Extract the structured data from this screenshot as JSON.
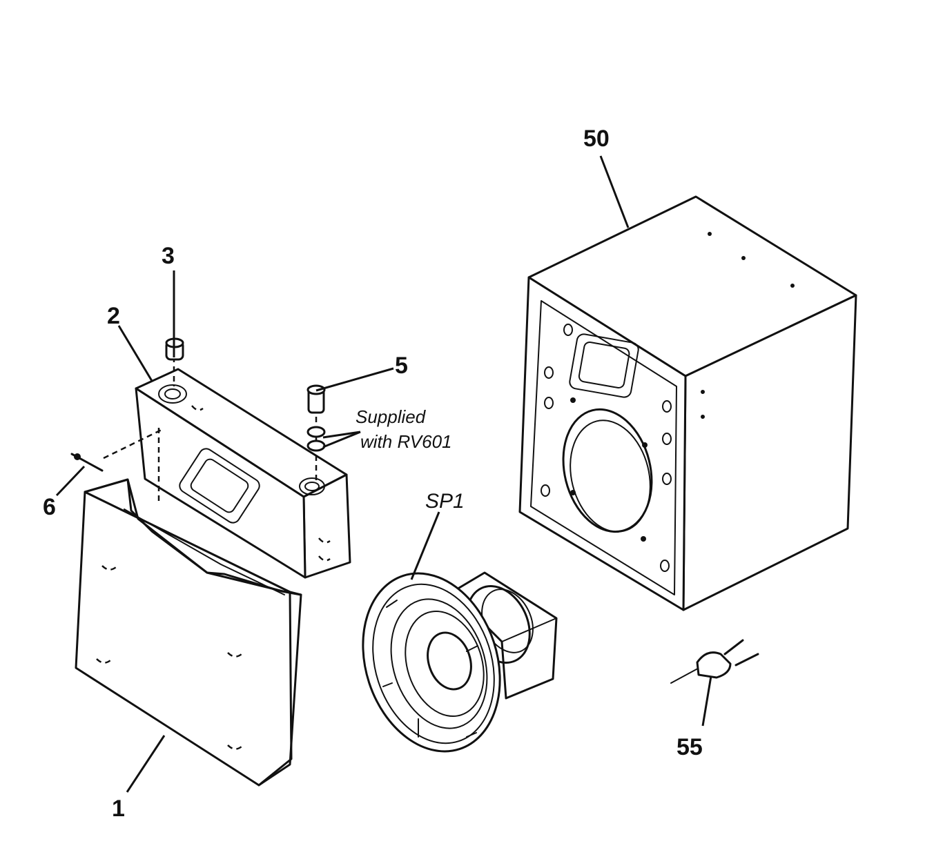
{
  "labels": {
    "part_1": "1",
    "part_2": "2",
    "part_3": "3",
    "part_5": "5",
    "part_6": "6",
    "part_50": "50",
    "part_55": "55",
    "part_sp1": "SP1"
  },
  "note": {
    "line1": "Supplied",
    "line2": "with RV601"
  }
}
